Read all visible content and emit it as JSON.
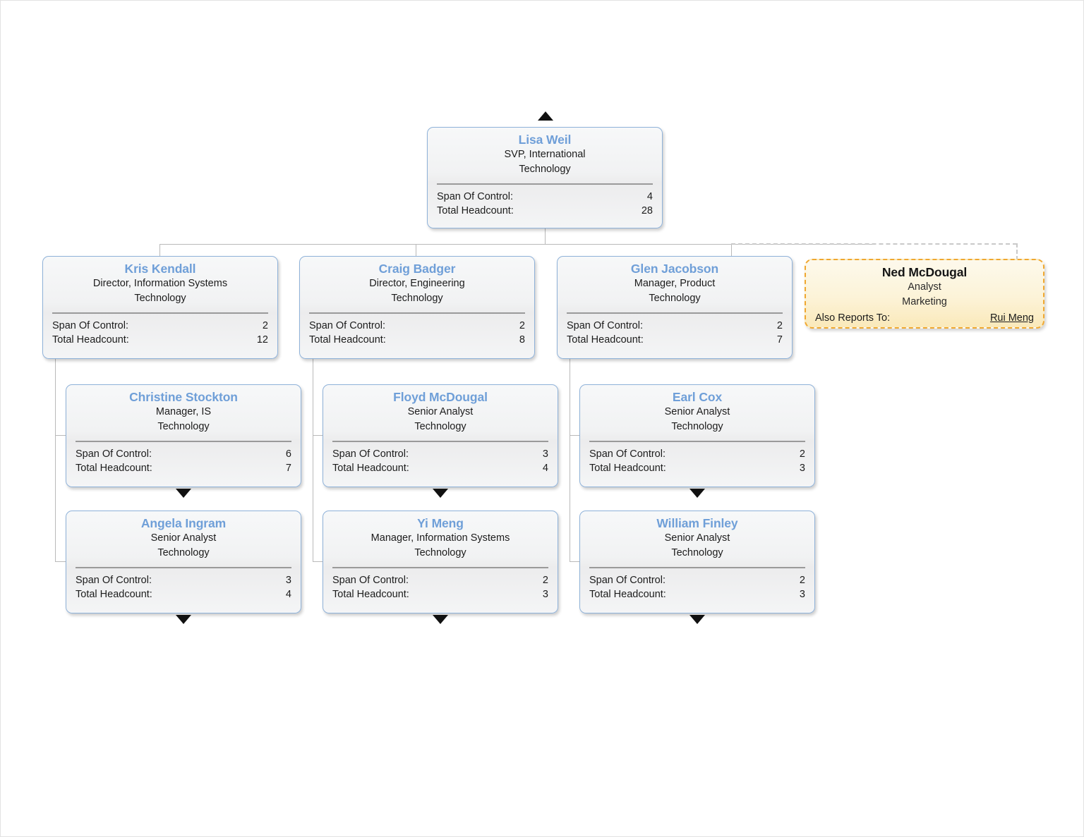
{
  "chart": {
    "type": "org-chart",
    "stat_labels": {
      "span_of_control": "Span Of Control:",
      "total_headcount": "Total Headcount:",
      "also_reports_to": "Also Reports To:"
    },
    "accent_color": "#6f9fd8",
    "alt_border_color": "#f0a830",
    "connector_color": "#b9b9b9"
  },
  "nodes": {
    "root": {
      "name": "Lisa Weil",
      "title": "SVP, International",
      "dept": "Technology",
      "span_label": "Span Of Control:",
      "span_value": "4",
      "headcount_label": "Total Headcount:",
      "headcount_value": "28"
    },
    "kris": {
      "name": "Kris Kendall",
      "title": "Director, Information Systems",
      "dept": "Technology",
      "span_label": "Span Of Control:",
      "span_value": "2",
      "headcount_label": "Total Headcount:",
      "headcount_value": "12"
    },
    "craig": {
      "name": "Craig Badger",
      "title": "Director, Engineering",
      "dept": "Technology",
      "span_label": "Span Of Control:",
      "span_value": "2",
      "headcount_label": "Total Headcount:",
      "headcount_value": "8"
    },
    "glen": {
      "name": "Glen Jacobson",
      "title": "Manager, Product",
      "dept": "Technology",
      "span_label": "Span Of Control:",
      "span_value": "2",
      "headcount_label": "Total Headcount:",
      "headcount_value": "7"
    },
    "ned": {
      "name": "Ned McDougal",
      "title": "Analyst",
      "dept": "Marketing",
      "also_reports_label": "Also Reports To:",
      "also_reports_value": "Rui Meng"
    },
    "christine": {
      "name": "Christine Stockton",
      "title": "Manager, IS",
      "dept": "Technology",
      "span_label": "Span Of Control:",
      "span_value": "6",
      "headcount_label": "Total Headcount:",
      "headcount_value": "7"
    },
    "floyd": {
      "name": "Floyd McDougal",
      "title": "Senior Analyst",
      "dept": "Technology",
      "span_label": "Span Of Control:",
      "span_value": "3",
      "headcount_label": "Total Headcount:",
      "headcount_value": "4"
    },
    "earl": {
      "name": "Earl Cox",
      "title": "Senior Analyst",
      "dept": "Technology",
      "span_label": "Span Of Control:",
      "span_value": "2",
      "headcount_label": "Total Headcount:",
      "headcount_value": "3"
    },
    "angela": {
      "name": "Angela Ingram",
      "title": "Senior Analyst",
      "dept": "Technology",
      "span_label": "Span Of Control:",
      "span_value": "3",
      "headcount_label": "Total Headcount:",
      "headcount_value": "4"
    },
    "yi": {
      "name": "Yi Meng",
      "title": "Manager, Information Systems",
      "dept": "Technology",
      "span_label": "Span Of Control:",
      "span_value": "2",
      "headcount_label": "Total Headcount:",
      "headcount_value": "3"
    },
    "william": {
      "name": "William Finley",
      "title": "Senior Analyst",
      "dept": "Technology",
      "span_label": "Span Of Control:",
      "span_value": "2",
      "headcount_label": "Total Headcount:",
      "headcount_value": "3"
    }
  }
}
